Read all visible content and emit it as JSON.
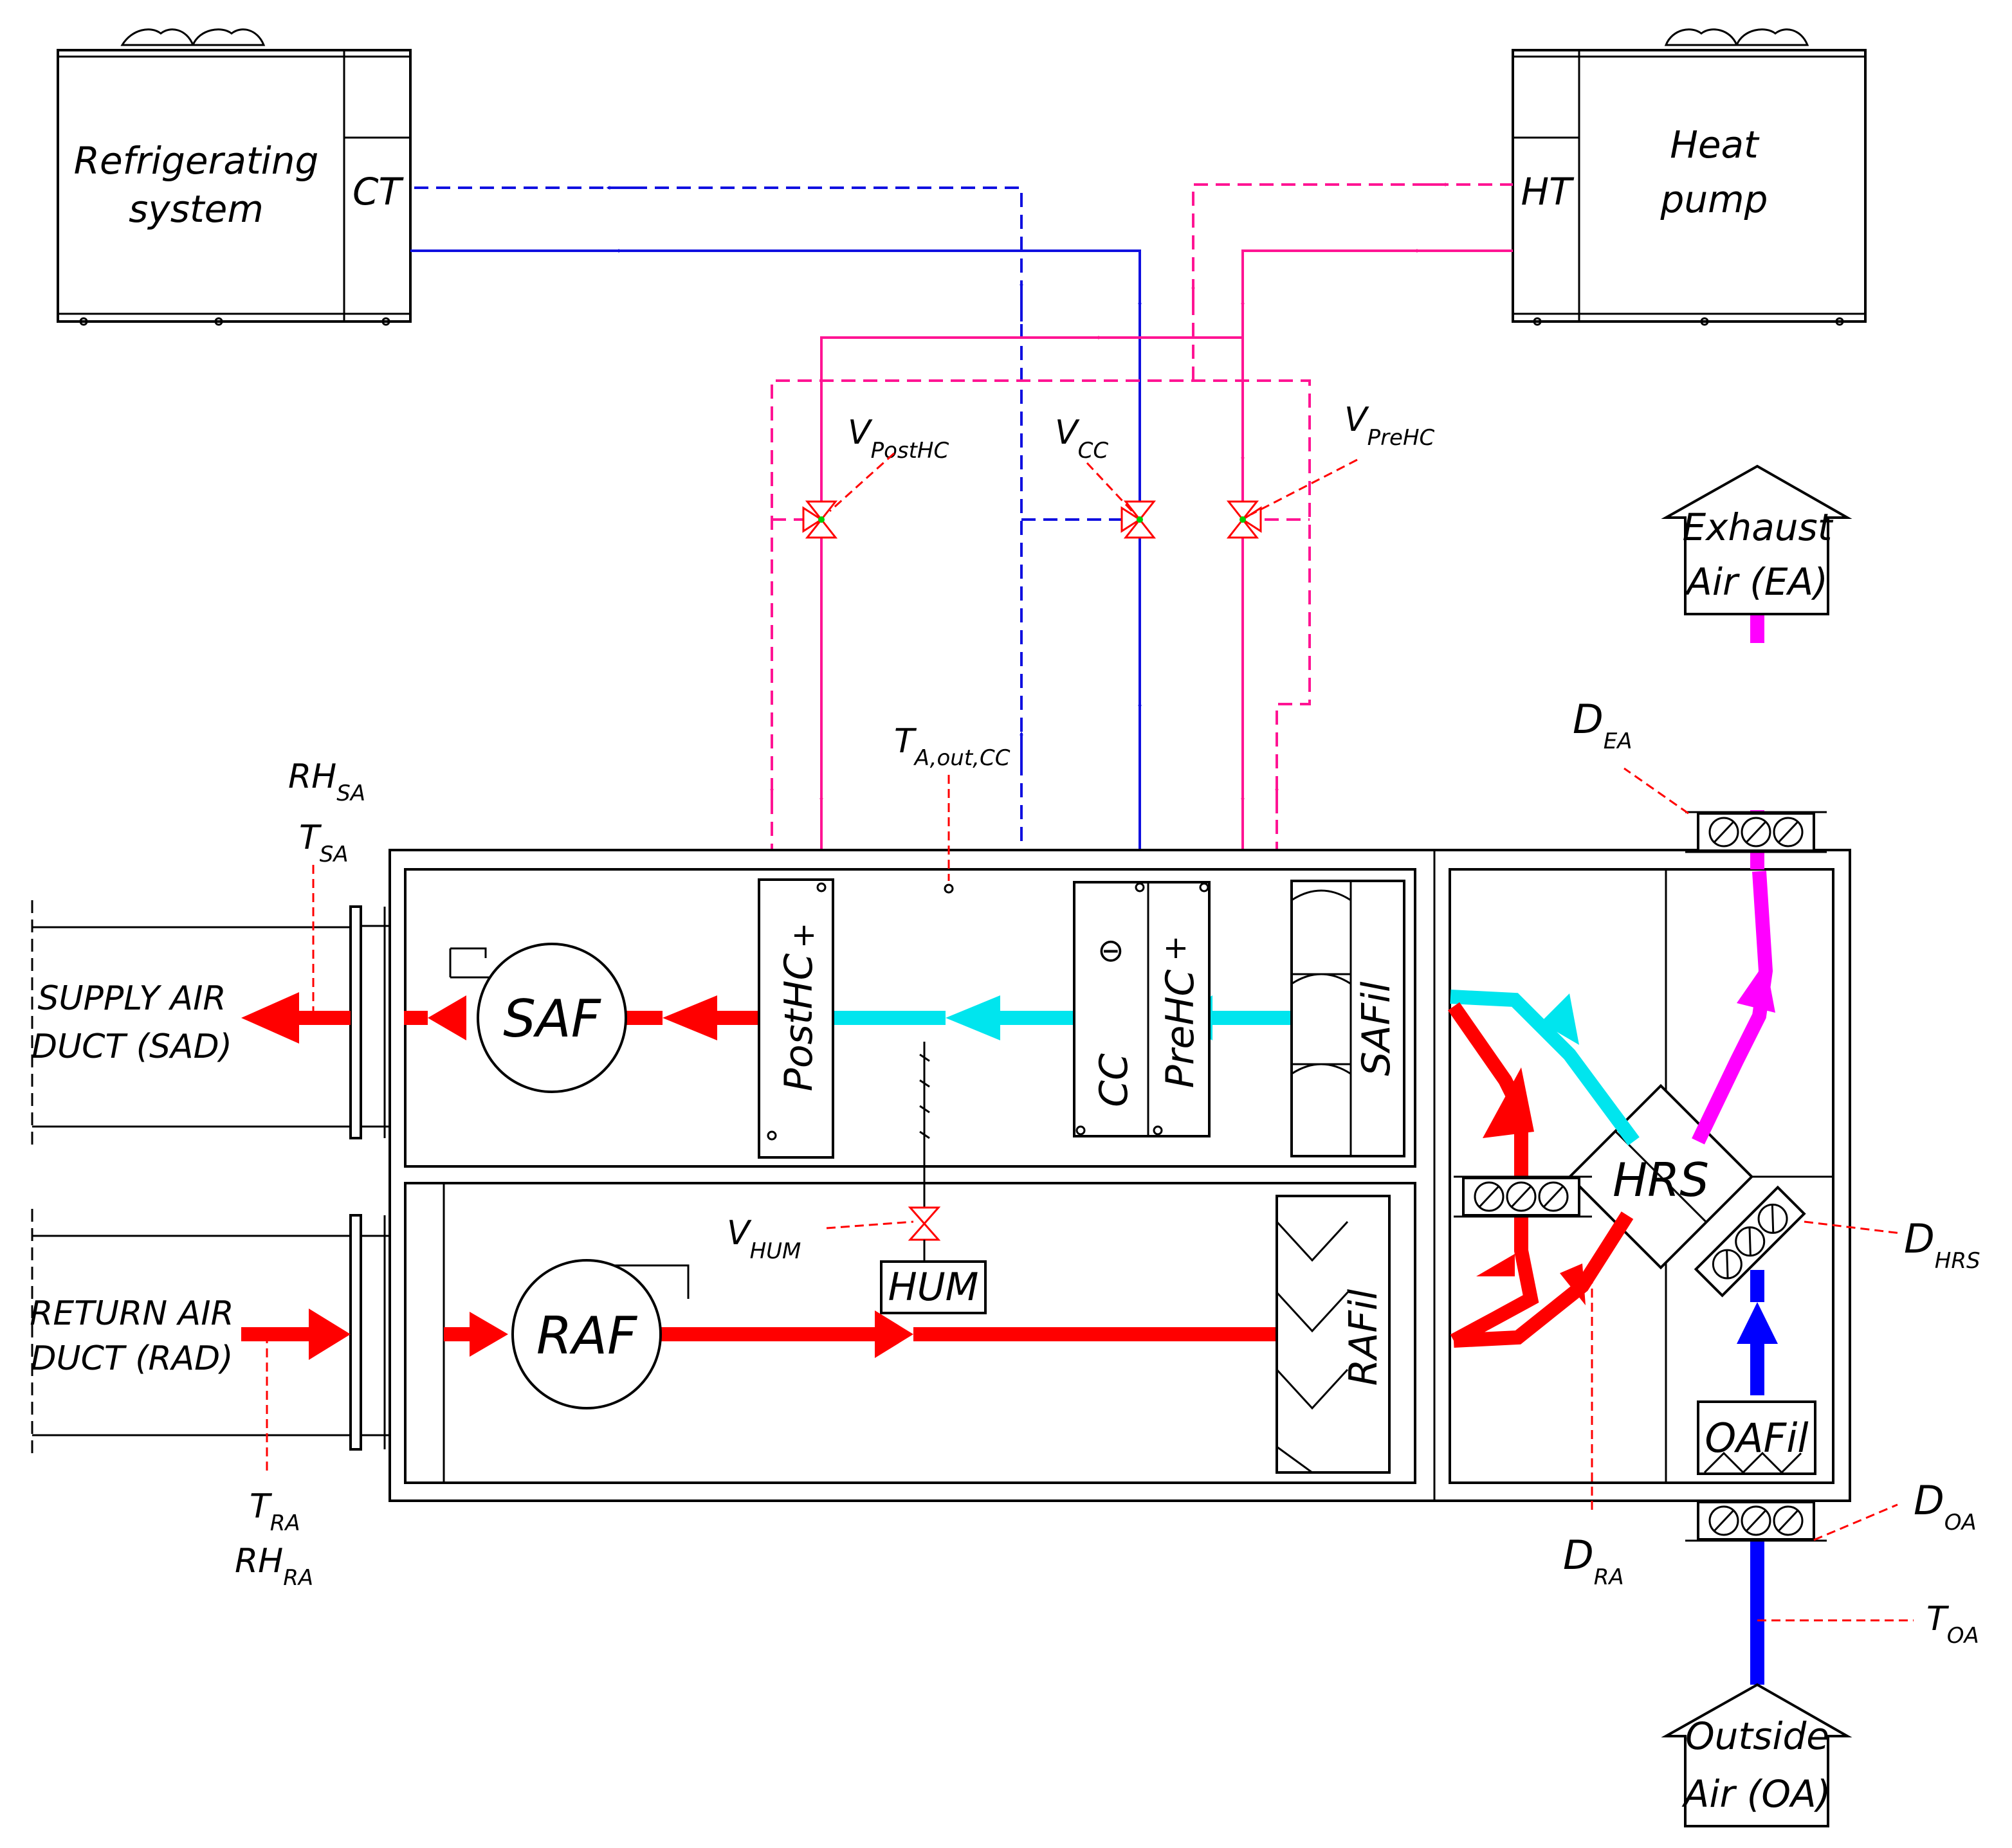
{
  "colors": {
    "cold": "#1010e0",
    "hot": "#ff1493",
    "return_air": "#ff0000",
    "conditioned_air": "#00e5ee",
    "exhaust_air": "#ff00ff",
    "outdoor_air": "#0000ff",
    "sensor": "#ff0000"
  },
  "units": {
    "refrigerating": {
      "line1": "Refrigerating",
      "line2": "system",
      "port": "CT"
    },
    "heat_pump": {
      "line1": "Heat",
      "line2": "pump",
      "port": "HT"
    }
  },
  "valves": {
    "post_hc": {
      "main": "V",
      "sub": "PostHC"
    },
    "cc": {
      "main": "V",
      "sub": "CC"
    },
    "pre_hc": {
      "main": "V",
      "sub": "PreHC"
    },
    "hum": {
      "main": "V",
      "sub": "HUM"
    }
  },
  "components": {
    "saf": "SAF",
    "raf": "RAF",
    "post_hc": "PostHC",
    "cc": "CC",
    "pre_hc": "PreHC",
    "safil": "SAFil",
    "rafil": "RAFil",
    "hum": "HUM",
    "hrs": "HRS",
    "oafil": "OAFil",
    "plus": "+",
    "minus": "⊖"
  },
  "ducts": {
    "supply": {
      "line1": "SUPPLY AIR",
      "line2": "DUCT (SAD)"
    },
    "return": {
      "line1": "RETURN AIR",
      "line2": "DUCT (RAD)"
    }
  },
  "exhaust": {
    "line1": "Exhaust",
    "line2": "Air (EA)"
  },
  "outside": {
    "line1": "Outside",
    "line2": "Air (OA)"
  },
  "sensors": {
    "rh_sa": {
      "main": "RH",
      "sub": "SA"
    },
    "t_sa": {
      "main": "T",
      "sub": "SA"
    },
    "t_ra": {
      "main": "T",
      "sub": "RA"
    },
    "rh_ra": {
      "main": "RH",
      "sub": "RA"
    },
    "t_a_out_cc": {
      "main": "T",
      "sub": "A,out,CC"
    },
    "t_oa": {
      "main": "T",
      "sub": "OA"
    }
  },
  "dampers": {
    "ea": {
      "main": "D",
      "sub": "EA"
    },
    "hrs": {
      "main": "D",
      "sub": "HRS"
    },
    "oa": {
      "main": "D",
      "sub": "OA"
    },
    "ra": {
      "main": "D",
      "sub": "RA"
    }
  }
}
